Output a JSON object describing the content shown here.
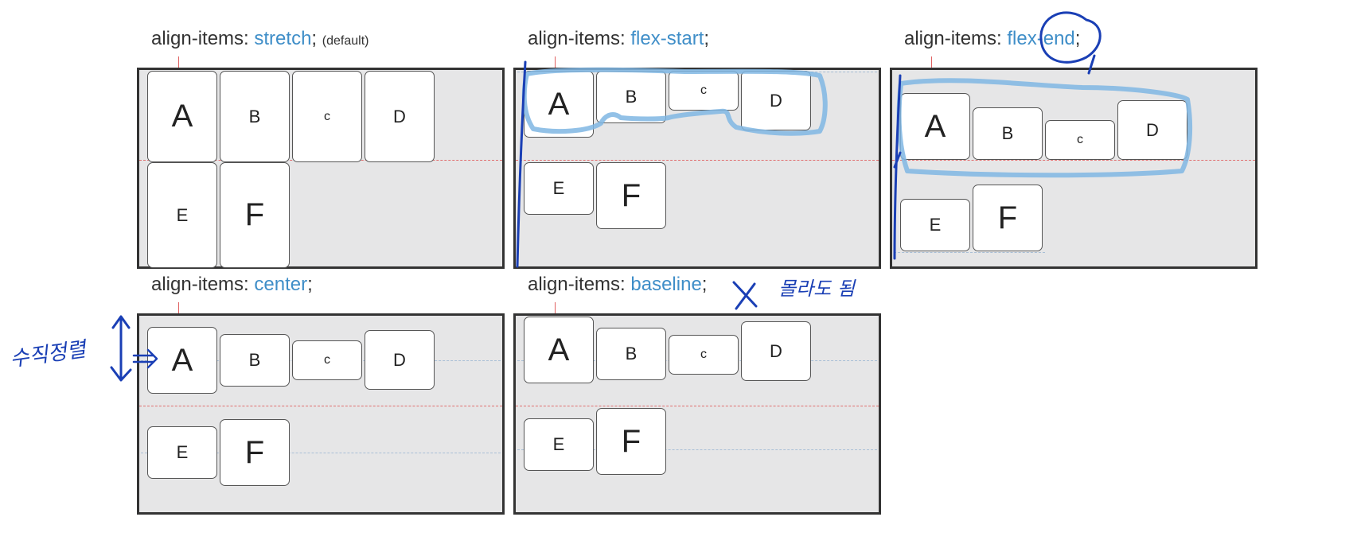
{
  "panels": {
    "stretch": {
      "prop": "align-items:",
      "value": "stretch",
      "semi": ";",
      "note": "(default)"
    },
    "flex_start": {
      "prop": "align-items:",
      "value": "flex-start",
      "semi": ";"
    },
    "flex_end": {
      "prop": "align-items:",
      "value": "flex-end",
      "semi": ";"
    },
    "center": {
      "prop": "align-items:",
      "value": "center",
      "semi": ";"
    },
    "baseline": {
      "prop": "align-items:",
      "value": "baseline",
      "semi": ";"
    }
  },
  "items": {
    "a": "A",
    "b": "B",
    "c": "c",
    "d": "D",
    "e": "E",
    "f": "F"
  },
  "annotations": {
    "vertical_align_note": "수직정렬",
    "baseline_note": "몰라도 됨"
  },
  "colors": {
    "value_text": "#3f8ec8",
    "highlight": "#7fb6e3",
    "ink": "#1a3fb5",
    "container": "#e6e6e7"
  }
}
